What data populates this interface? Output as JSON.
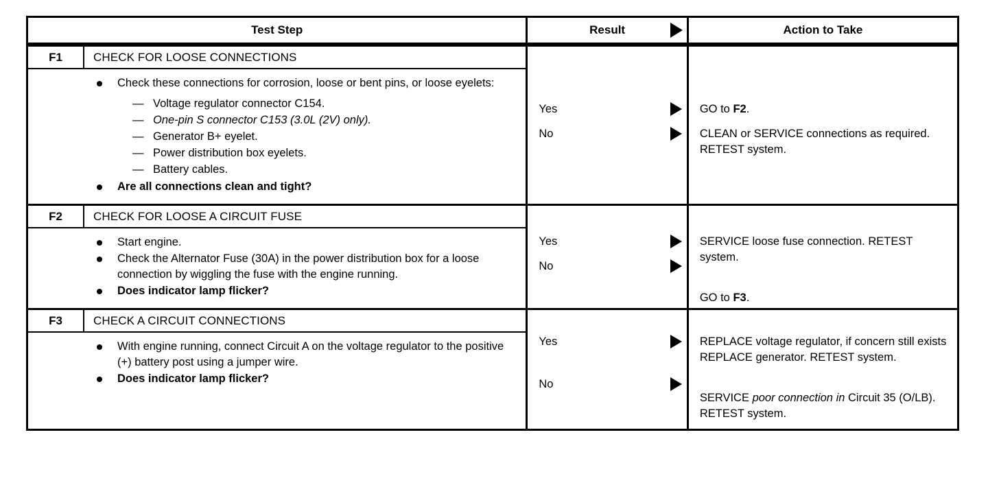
{
  "table": {
    "headers": {
      "test_step": "Test Step",
      "result": "Result",
      "action": "Action to Take",
      "result_arrow": "right-triangle-icon"
    },
    "sections": [
      {
        "id": "F1",
        "title": "CHECK FOR LOOSE CONNECTIONS",
        "steps": [
          {
            "type": "bullet",
            "text": "Check these connections for corrosion, loose or bent pins, or loose eyelets:",
            "bold": false
          },
          {
            "type": "dash",
            "text": "Voltage regulator connector C154.",
            "italic": false
          },
          {
            "type": "dash",
            "text": "One-pin S connector C153 (3.0L (2V) only).",
            "italic": true
          },
          {
            "type": "dash",
            "text": "Generator B+ eyelet.",
            "italic": false
          },
          {
            "type": "dash",
            "text": "Power distribution box eyelets.",
            "italic": false
          },
          {
            "type": "dash",
            "text": "Battery cables.",
            "italic": false
          },
          {
            "type": "bullet",
            "text": "Are all connections clean and tight?",
            "bold": true
          }
        ],
        "outcomes": [
          {
            "result": "Yes",
            "action_html": "GO to <b>F2</b>."
          },
          {
            "result": "No",
            "action_html": "CLEAN or SERVICE connections as required. RETEST system."
          }
        ]
      },
      {
        "id": "F2",
        "title": "CHECK FOR LOOSE A CIRCUIT FUSE",
        "steps": [
          {
            "type": "bullet",
            "text": "Start engine.",
            "bold": false
          },
          {
            "type": "bullet",
            "text": "Check the Alternator Fuse (30A) in the power distribution box for a loose connection by wiggling the fuse with the engine running.",
            "bold": false
          },
          {
            "type": "bullet",
            "text": "Does indicator lamp flicker?",
            "bold": true
          }
        ],
        "outcomes": [
          {
            "result": "Yes",
            "action_html": "SERVICE loose fuse connection. RETEST system."
          },
          {
            "result": "No",
            "action_html": "GO to <b>F3</b>."
          }
        ]
      },
      {
        "id": "F3",
        "title": "CHECK A CIRCUIT CONNECTIONS",
        "steps": [
          {
            "type": "bullet",
            "text": "With engine running, connect Circuit A on the voltage regulator to the positive (+) battery post using a jumper wire.",
            "bold": false
          },
          {
            "type": "bullet",
            "text": "Does indicator lamp flicker?",
            "bold": true
          }
        ],
        "outcomes": [
          {
            "result": "Yes",
            "action_html": "REPLACE voltage regulator, if concern still exists REPLACE generator. RETEST system."
          },
          {
            "result": "No",
            "action_html": "SERVICE <i>poor connection in</i> Circuit 35 (O/LB). RETEST system."
          }
        ]
      }
    ]
  },
  "colors": {
    "ink": "#000000",
    "paper": "#ffffff"
  }
}
